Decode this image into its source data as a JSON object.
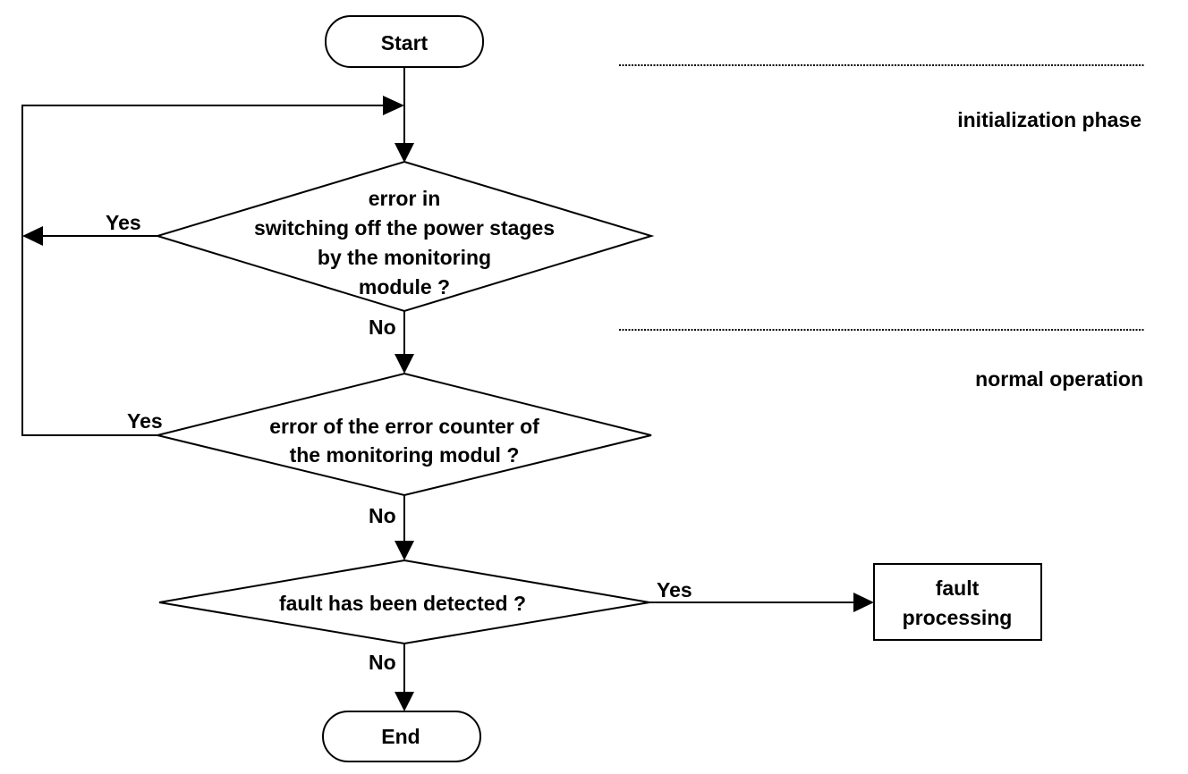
{
  "nodes": {
    "start": {
      "label": "Start"
    },
    "end": {
      "label": "End"
    },
    "decision_power_stages": {
      "lines": [
        "error in",
        "switching off the power stages",
        "by the monitoring",
        "module ?"
      ]
    },
    "decision_error_counter": {
      "lines": [
        "error of the error counter of",
        "the monitoring modul ?"
      ]
    },
    "decision_fault": {
      "lines": [
        "fault has been detected ?"
      ]
    },
    "fault_processing": {
      "lines": [
        "fault",
        "processing"
      ]
    }
  },
  "edge_labels": {
    "power_stages_yes": "Yes",
    "power_stages_no": "No",
    "error_counter_yes": "Yes",
    "error_counter_no": "No",
    "fault_yes": "Yes",
    "fault_no": "No"
  },
  "phases": {
    "initialization": "initialization phase",
    "normal_operation": "normal operation"
  },
  "colors": {
    "stroke": "#000000",
    "background": "#ffffff"
  }
}
